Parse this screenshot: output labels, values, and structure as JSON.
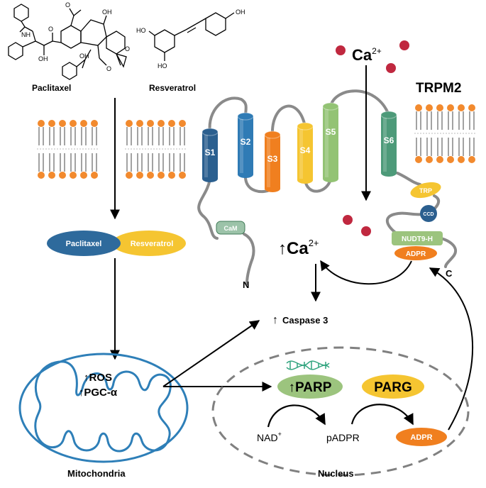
{
  "compounds": {
    "paclitaxel": "Paclitaxel",
    "resveratrol": "Resveratrol",
    "structure_labels": {
      "nh": "NH",
      "oh": "OH",
      "o": "O",
      "ho": "HO"
    }
  },
  "channel": {
    "name": "TRPM2",
    "segments": [
      "S1",
      "S2",
      "S3",
      "S4",
      "S5",
      "S6"
    ],
    "segment_colors": [
      "#2b5f8f",
      "#2f7bb5",
      "#f07f1f",
      "#f5c531",
      "#93c374",
      "#4d9a79"
    ],
    "domains": {
      "trp": "TRP",
      "ccd": "CCD",
      "nudt9": "NUDT9-H",
      "adpr": "ADPR",
      "cam": "CaM"
    },
    "termini": {
      "n": "N",
      "c": "C"
    }
  },
  "ions": {
    "ca_symbol": "Ca",
    "ca_charge": "2+"
  },
  "complex": {
    "paclitaxel": "Paclitaxel",
    "resveratrol": "Resveratrol"
  },
  "labels": {
    "up_arrow": "↑",
    "caspase": "Caspase 3",
    "ros": "ROS",
    "pgc": "PGC-α",
    "mitochondria": "Mitochondria",
    "nucleus": "Nucleus",
    "parp": "PARP",
    "parg": "PARG",
    "nad": "NAD",
    "nad_sup": "+",
    "padpr": "pADPR",
    "adpr": "ADPR"
  },
  "colors": {
    "membrane_head": "#f28a2e",
    "membrane_tail": "#8c8c8c",
    "complex_left": "#2e6a9c",
    "complex_right": "#f5c531",
    "parp": "#9cc47e",
    "parg": "#f5c531",
    "adpr": "#f07f1f",
    "cam": "#9cc3a9",
    "ca_dot": "#c0283f",
    "mito": "#2e7fb8",
    "loop": "#8a8a8a"
  }
}
